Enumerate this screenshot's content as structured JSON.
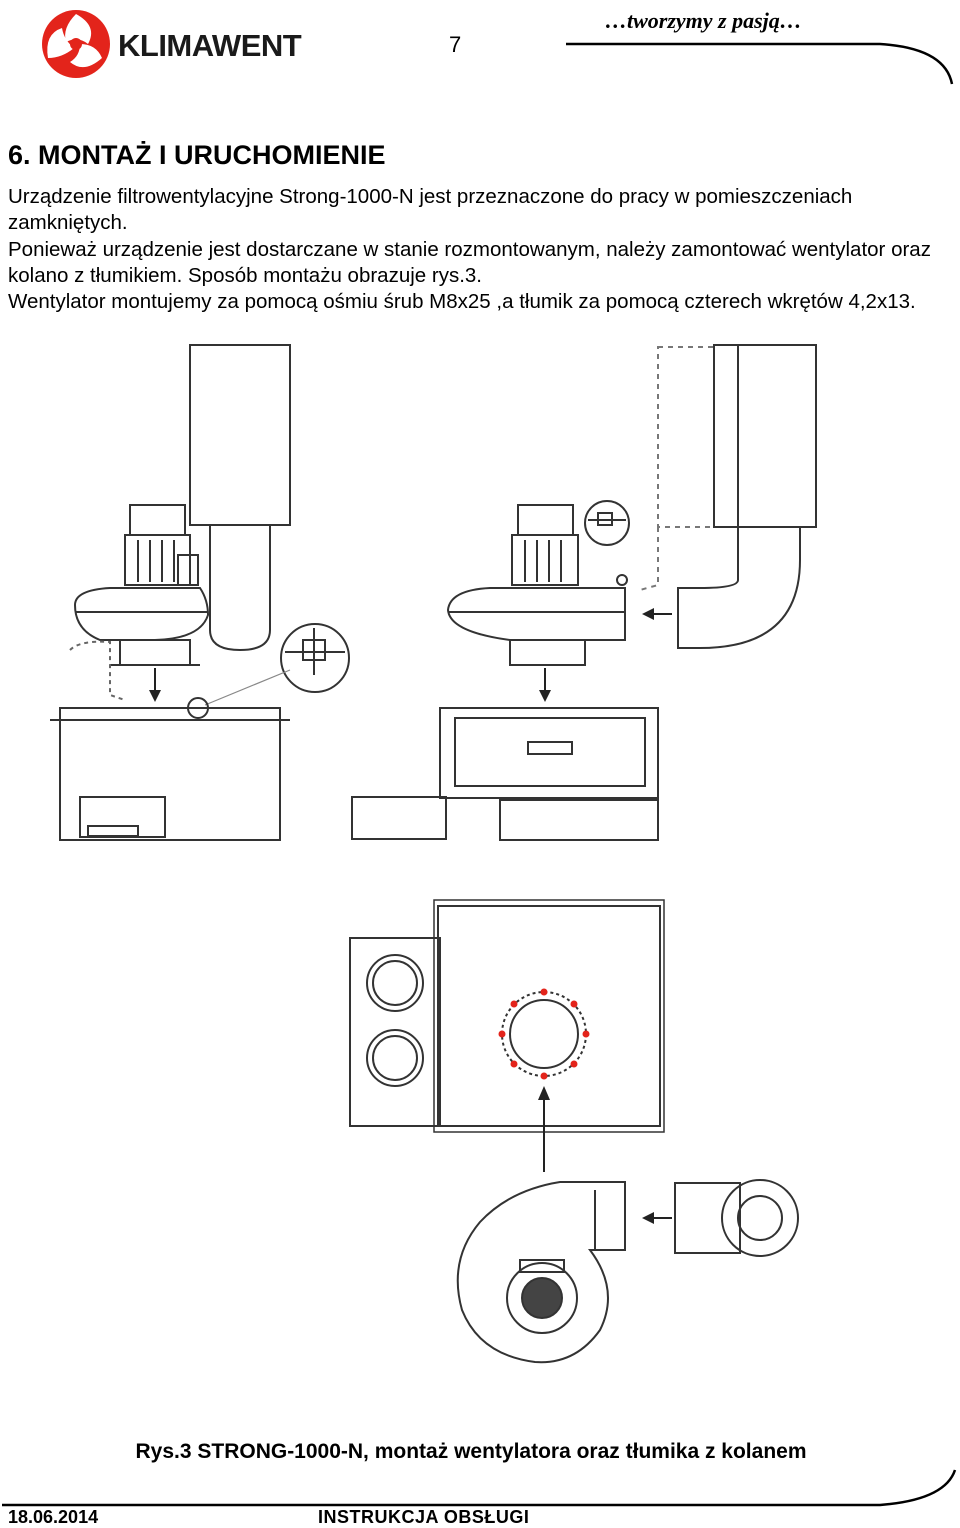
{
  "header": {
    "brand": "KLIMAWENT",
    "page_number": "7",
    "tagline": "…tworzymy z pasją…",
    "brand_color": "#e3241b"
  },
  "section": {
    "title": "6. MONTAŻ I URUCHOMIENIE"
  },
  "body": {
    "paragraphs": [
      "Urządzenie filtrowentylacyjne Strong-1000-N jest przeznaczone do pracy w pomieszczeniach zamkniętych.",
      "Ponieważ urządzenie jest dostarczane w stanie rozmontowanym, należy zamontować wentylator oraz kolano z tłumikiem. Sposób montażu obrazuje rys.3.",
      "Wentylator montujemy za pomocą ośmiu śrub M8x25 ,a tłumik za pomocą czterech wkrętów 4,2x13."
    ]
  },
  "figure": {
    "caption": "Rys.3  STRONG-1000-N, montaż wentylatora oraz tłumika z kolanem",
    "bolt_marker_color": "#e3241b"
  },
  "footer": {
    "date": "18.06.2014",
    "doc_title": "INSTRUKCJA OBSŁUGI"
  }
}
